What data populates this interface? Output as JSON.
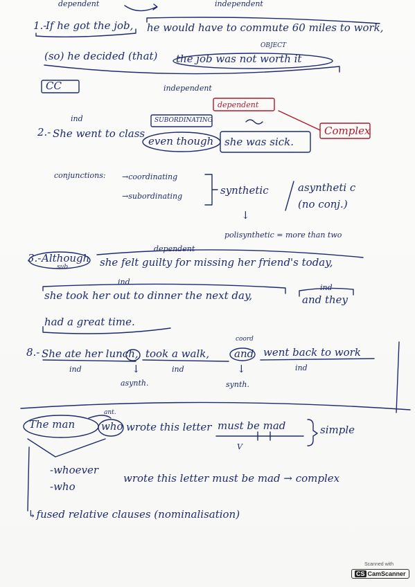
{
  "s1": {
    "label_dependent": "dependent",
    "label_independent": "independent",
    "num": "1.-",
    "part1": "If he got the job,",
    "part2": "he would have to commute 60 miles to work,",
    "label_object": "OBJECT",
    "part3": "(so) he decided (that)",
    "part4": "the job was not worth it",
    "tag": "CC"
  },
  "s2": {
    "label_independent": "independent",
    "label_dependent": "dependent",
    "label_ind": "ind",
    "label_subordinating": "SUBORDINATING",
    "num": "2.-",
    "part1": "She went to class",
    "conj": "even though",
    "part2": "she was sick.",
    "tag": "Complex"
  },
  "conjunctions": {
    "label": "conjunctions:",
    "coord": "→coordinating",
    "subord": "→subordinating",
    "synthetic": "synthetic",
    "slash": "/",
    "asyndetic": "asyntheti c",
    "no_conj": "(no conj.)",
    "arrow": "↓",
    "polysynthetic": "polisynthetic = more than two"
  },
  "s3": {
    "label_dependent": "dependent",
    "num": "3.-",
    "conj": "Although",
    "sub": "sub.",
    "part1": "she felt guilty for missing her friend's today,",
    "label_ind1": "ind",
    "part2": "she took her out to dinner the next day,",
    "label_ind2": "ind",
    "part3": "and they",
    "part4": "had a great time."
  },
  "s8": {
    "num": "8.-",
    "label_coord": "coord",
    "part1": "She ate her lunch,",
    "part2": "took a walk,",
    "conj": "and",
    "part3": "went back to work",
    "ind1": "ind",
    "ind2": "ind",
    "ind3": "ind",
    "arrow1": "↓",
    "arrow2": "↓",
    "asynth": "asynth.",
    "synth": "synth."
  },
  "s_last": {
    "label_ant": "ant.",
    "the_man": "The man",
    "who": "who",
    "rest": "wrote this letter",
    "must": "must be mad",
    "simple": "simple",
    "v": "V",
    "whoever": "-whoever",
    "who2": "-who",
    "rewritten": "wrote this letter must be mad → complex",
    "note": "↳fused relative clauses (nominalisation)"
  },
  "badge": {
    "top": "Scanned with",
    "cs": "CS",
    "brand": "CamScanner"
  }
}
